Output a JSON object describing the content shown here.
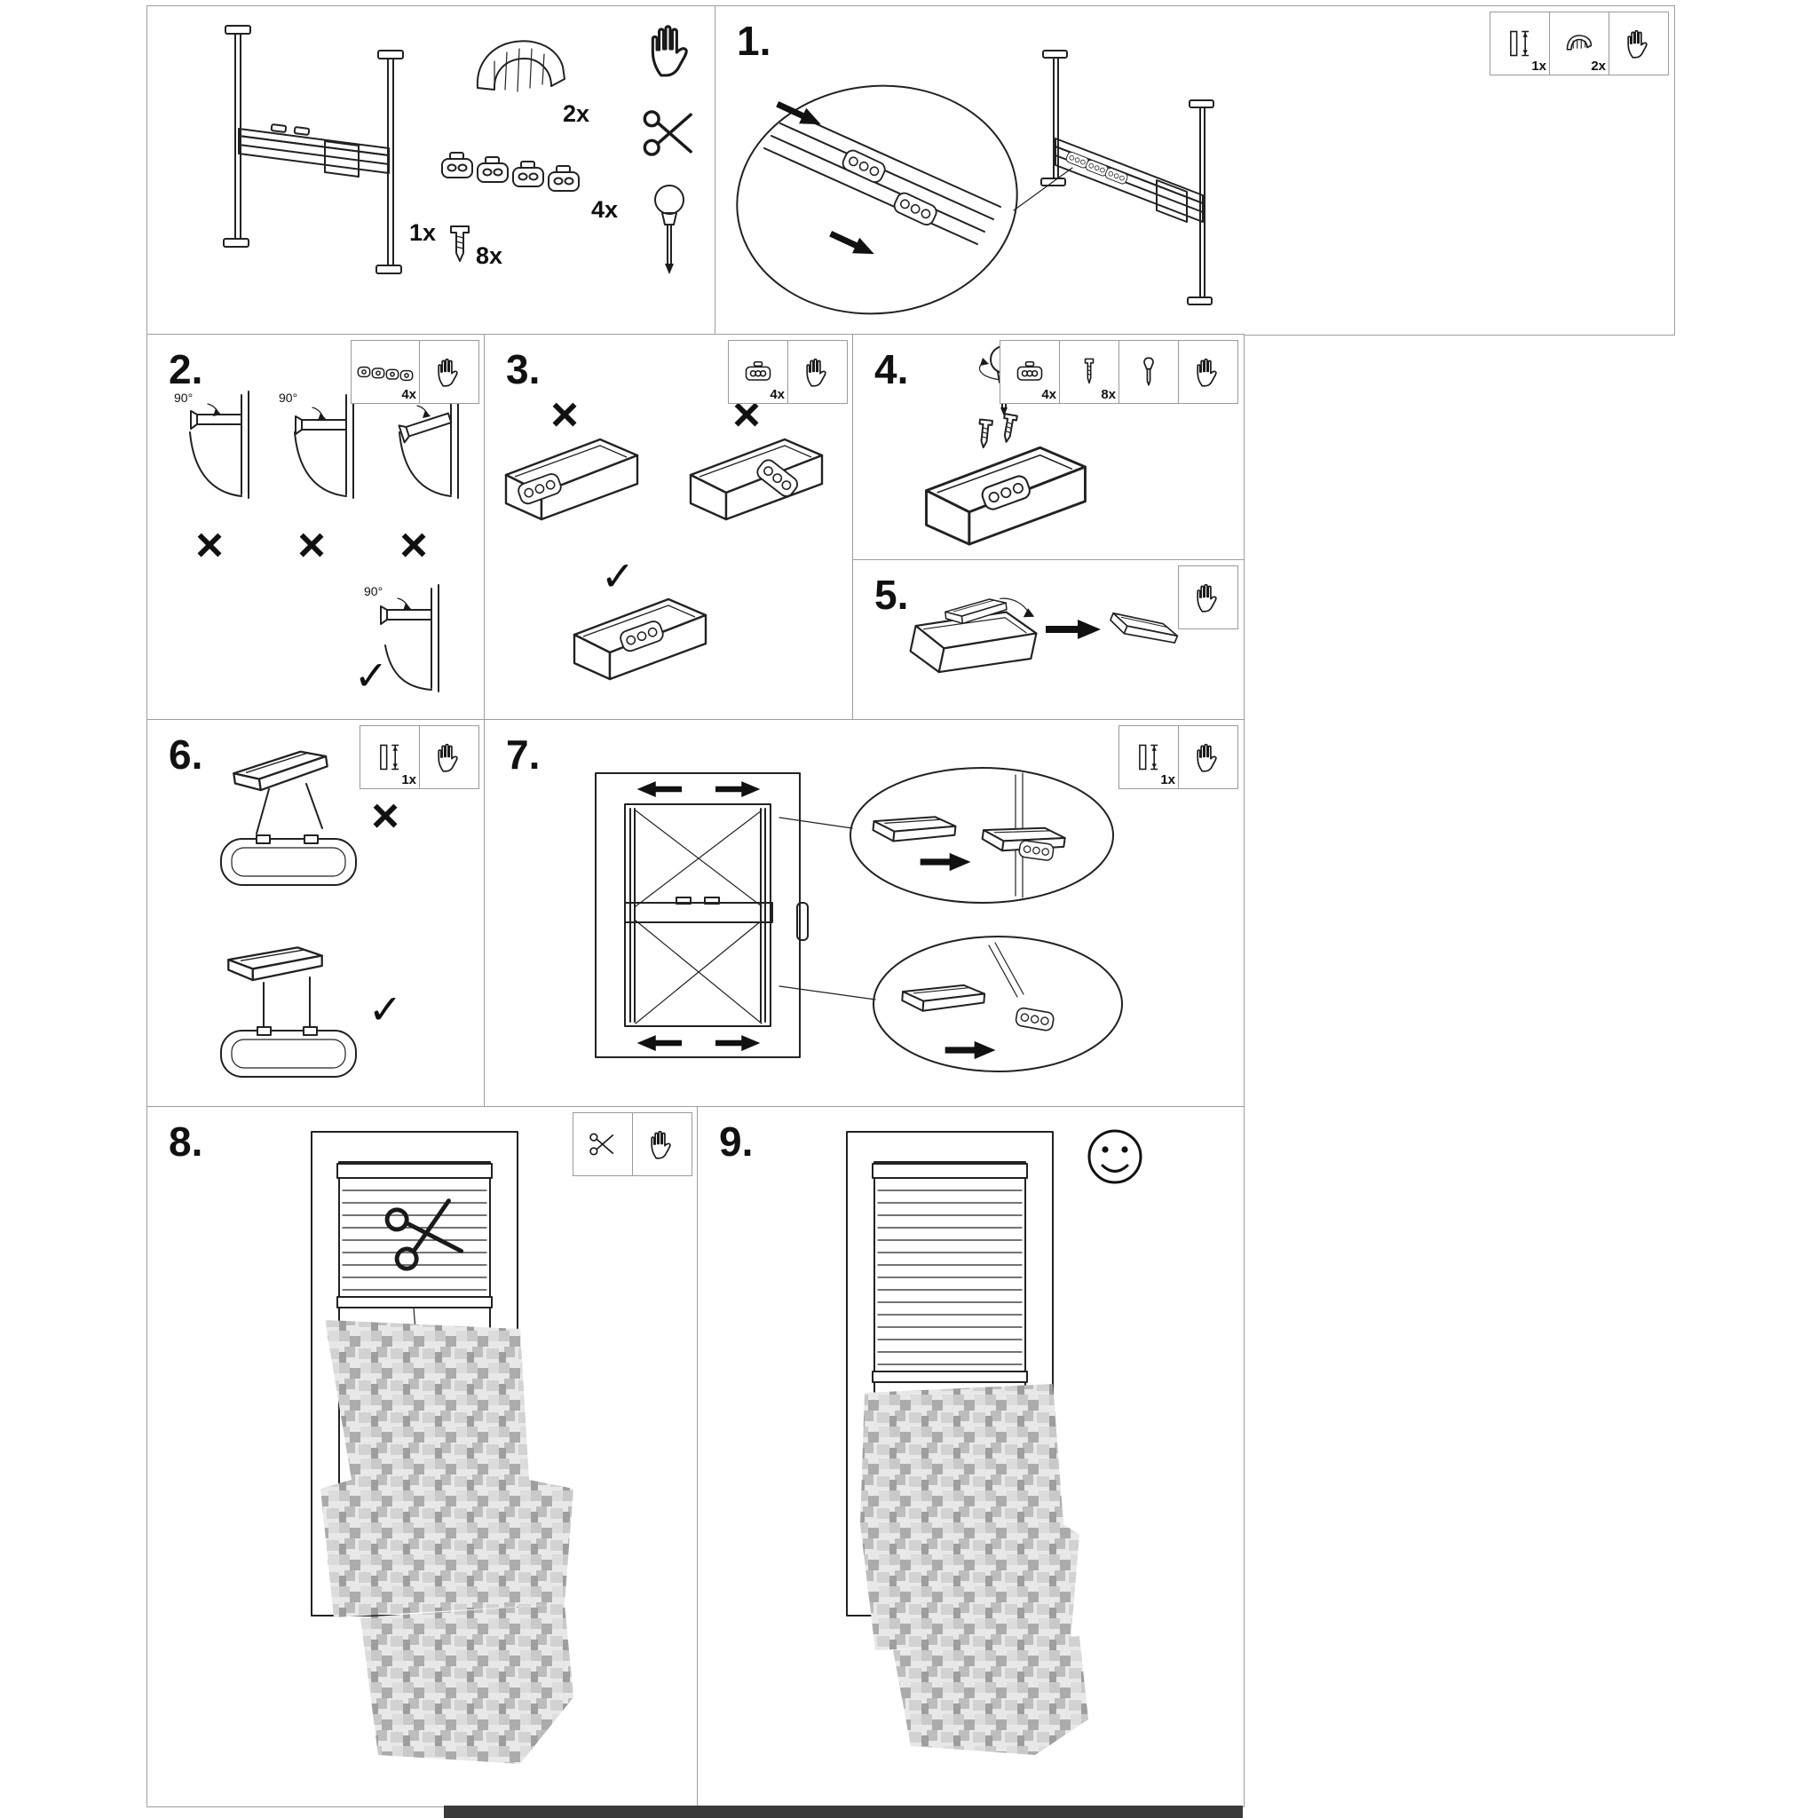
{
  "document": {
    "type": "assembly-instructions"
  },
  "marks": {
    "wrong": "×",
    "right": "✓"
  },
  "parts_panel": {
    "items": [
      {
        "name": "blind-assembly",
        "qty": "1x"
      },
      {
        "name": "top-clip",
        "qty": "2x"
      },
      {
        "name": "mounting-bracket",
        "qty": "4x"
      },
      {
        "name": "screw",
        "qty": "8x"
      }
    ],
    "tools": [
      {
        "icon": "hand-icon"
      },
      {
        "icon": "scissors-icon"
      },
      {
        "icon": "screwdriver-icon"
      }
    ]
  },
  "steps": [
    {
      "num": "1.",
      "tools": [
        {
          "icon": "spacer-part-icon",
          "qty": "1x"
        },
        {
          "icon": "clip-part-icon",
          "qty": "2x"
        },
        {
          "icon": "hand-icon"
        }
      ]
    },
    {
      "num": "2.",
      "angle": "90°",
      "tools": [
        {
          "icon": "bracket-strip-icon",
          "qty": "4x"
        },
        {
          "icon": "hand-icon"
        }
      ]
    },
    {
      "num": "3.",
      "tools": [
        {
          "icon": "bracket-icon",
          "qty": "4x"
        },
        {
          "icon": "hand-icon"
        }
      ]
    },
    {
      "num": "4.",
      "tools": [
        {
          "icon": "bracket-icon",
          "qty": "4x"
        },
        {
          "icon": "screw-icon",
          "qty": "8x"
        },
        {
          "icon": "screwdriver-icon"
        },
        {
          "icon": "hand-icon"
        }
      ]
    },
    {
      "num": "5.",
      "tools": [
        {
          "icon": "hand-icon"
        }
      ]
    },
    {
      "num": "6.",
      "tools": [
        {
          "icon": "spacer-part-icon",
          "qty": "1x"
        },
        {
          "icon": "hand-icon"
        }
      ]
    },
    {
      "num": "7.",
      "tools": [
        {
          "icon": "spacer-part-icon",
          "qty": "1x"
        },
        {
          "icon": "hand-icon"
        }
      ]
    },
    {
      "num": "8.",
      "tools": [
        {
          "icon": "scissors-icon"
        },
        {
          "icon": "hand-icon"
        }
      ]
    },
    {
      "num": "9.",
      "tools": []
    }
  ]
}
